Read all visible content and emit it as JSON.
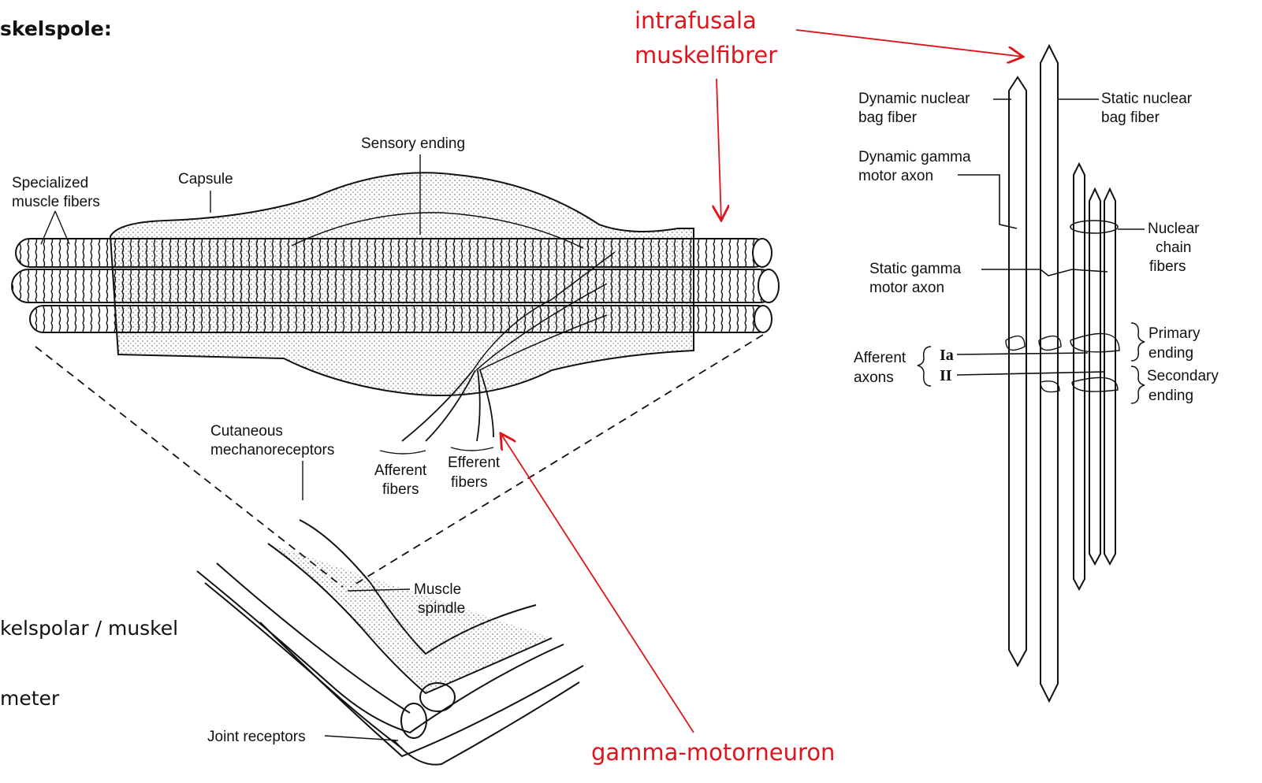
{
  "slide": {
    "title": "skelspole:",
    "body_lines": [
      "kelspolar / muskel",
      "meter"
    ]
  },
  "annotations": {
    "intrafusal_1": "intrafusala",
    "intrafusal_2": "muskelfibrer",
    "gamma": "gamma-motorneuron",
    "color": "#e0141b"
  },
  "spindle_figure": {
    "sensory_ending": "Sensory ending",
    "capsule": "Capsule",
    "specialized_1": "Specialized",
    "specialized_2": "muscle fibers",
    "cutaneous_1": "Cutaneous",
    "cutaneous_2": "mechanoreceptors",
    "afferent_1": "Afferent",
    "afferent_2": "fibers",
    "efferent_1": "Efferent",
    "efferent_2": "fibers",
    "muscle_1": "Muscle",
    "muscle_2": "spindle",
    "joint": "Joint receptors"
  },
  "fiber_figure": {
    "dynamic_bag_1": "Dynamic nuclear",
    "dynamic_bag_2": "bag fiber",
    "static_bag_1": "Static nuclear",
    "static_bag_2": "bag fiber",
    "dyn_gamma_1": "Dynamic gamma",
    "dyn_gamma_2": "motor axon",
    "nuclear_1": "Nuclear",
    "nuclear_2": "chain",
    "nuclear_3": "fibers",
    "static_gamma_1": "Static gamma",
    "static_gamma_2": "motor axon",
    "primary_1": "Primary",
    "primary_2": "ending",
    "afferent_1": "Afferent",
    "afferent_2": "axons",
    "ia": "Ia",
    "ii": "II",
    "secondary_1": "Secondary",
    "secondary_2": "ending"
  }
}
